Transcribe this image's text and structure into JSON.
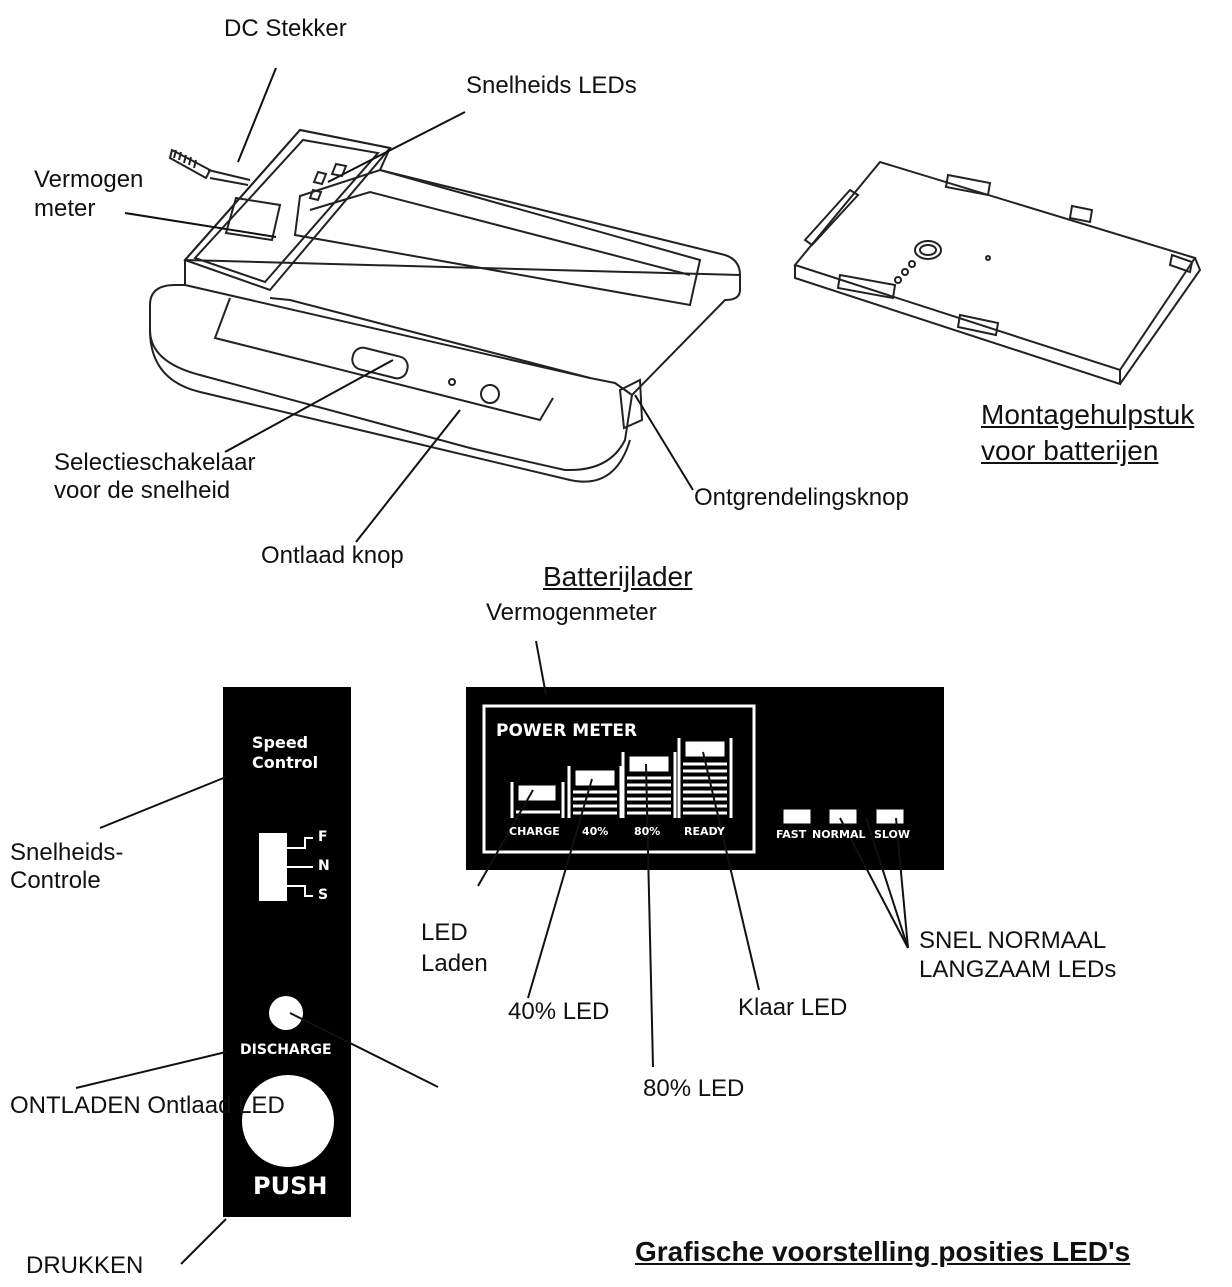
{
  "charger": {
    "labels": {
      "dc_stekker": "DC Stekker",
      "snelheids_leds": "Snelheids LEDs",
      "vermogen_meter_line1": "Vermogen",
      "vermogen_meter_line2": "meter",
      "selectieschakelaar_line1": "Selectieschakelaar",
      "selectieschakelaar_line2": "voor de snelheid",
      "ontlaad_knop": "Ontlaad knop",
      "ontgrendelingsknop": "Ontgrendelingsknop"
    },
    "title": "Batterijlader"
  },
  "mount": {
    "title_line1": "Montagehulpstuk",
    "title_line2": "voor batterijen"
  },
  "panel_left": {
    "speed_control_line1": "Speed",
    "speed_control_line2": "Control",
    "switch_f": "F",
    "switch_n": "N",
    "switch_s": "S",
    "discharge": "DISCHARGE",
    "push": "PUSH"
  },
  "panel_right": {
    "power_meter": "POWER METER",
    "charge": "CHARGE",
    "p40": "40%",
    "p80": "80%",
    "ready": "READY",
    "fast": "FAST",
    "normal": "NORMAL",
    "slow": "SLOW"
  },
  "callouts": {
    "vermogenmeter": "Vermogenmeter",
    "snelheids_controle_line1": "Snelheids-",
    "snelheids_controle_line2": "Controle",
    "led_laden_line1": "LED",
    "led_laden_line2": "Laden",
    "led_40": "40% LED",
    "led_80": "80% LED",
    "klaar_led": "Klaar LED",
    "snel_normaal_line1": "SNEL NORMAAL",
    "snel_normaal_line2": "LANGZAAM LEDs",
    "ontladen": "ONTLADEN Ontlaad LED",
    "drukken": "DRUKKEN"
  },
  "footer_title": "Grafische voorstelling posities LED's"
}
